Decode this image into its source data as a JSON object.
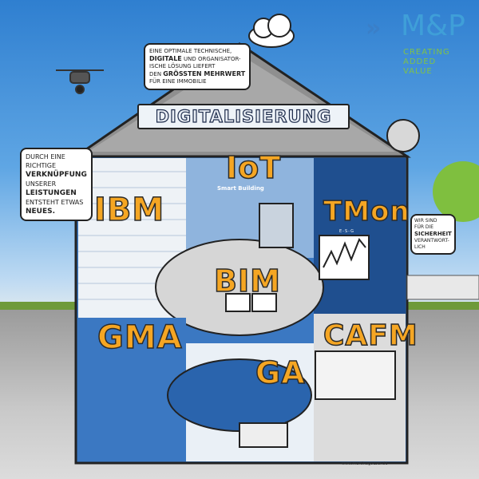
{
  "logo": {
    "brand": "M&P",
    "tagline": [
      "CREATING",
      "ADDED",
      "VALUE"
    ],
    "colors": {
      "chevron": "#3a7fc8",
      "brand": "#3f9fd8",
      "tagline": "#7fc24a"
    }
  },
  "banner": {
    "title": "DIGITALISIERUNG"
  },
  "bubbles": {
    "top": {
      "l1": "eine optimale technische,",
      "l2b": "DIGITALE",
      "l2": "und organisator-",
      "l3": "ische Lösung liefert",
      "l4": "den",
      "l4b": "grössten Mehrwert",
      "l5": "für eine Immobilie"
    },
    "left": {
      "l1": "Durch eine",
      "l2": "richtige",
      "l3b": "Verknüpfung",
      "l4": "unserer",
      "l5b": "Leistungen",
      "l6": "entsteht etwas",
      "l7b": "Neues."
    },
    "right": {
      "l1": "Wir sind",
      "l2": "für die",
      "l3b": "Sicherheit",
      "l4": "verantwort-",
      "l5": "lich"
    }
  },
  "modules": {
    "ibm": "IBM",
    "iot": "IoT",
    "iot_sub": "Smart Building",
    "tmon": "TMon",
    "tmon_sub": "E-S-G",
    "bim": "BIM",
    "gma": "GMA",
    "ga": "GA",
    "cafm": "CAFM"
  },
  "footer": {
    "url": "www.martinagoeser.de"
  },
  "colors": {
    "accent": "#f5a623",
    "dark_blue": "#1f4f8f",
    "mid_blue": "#3b78c2"
  }
}
